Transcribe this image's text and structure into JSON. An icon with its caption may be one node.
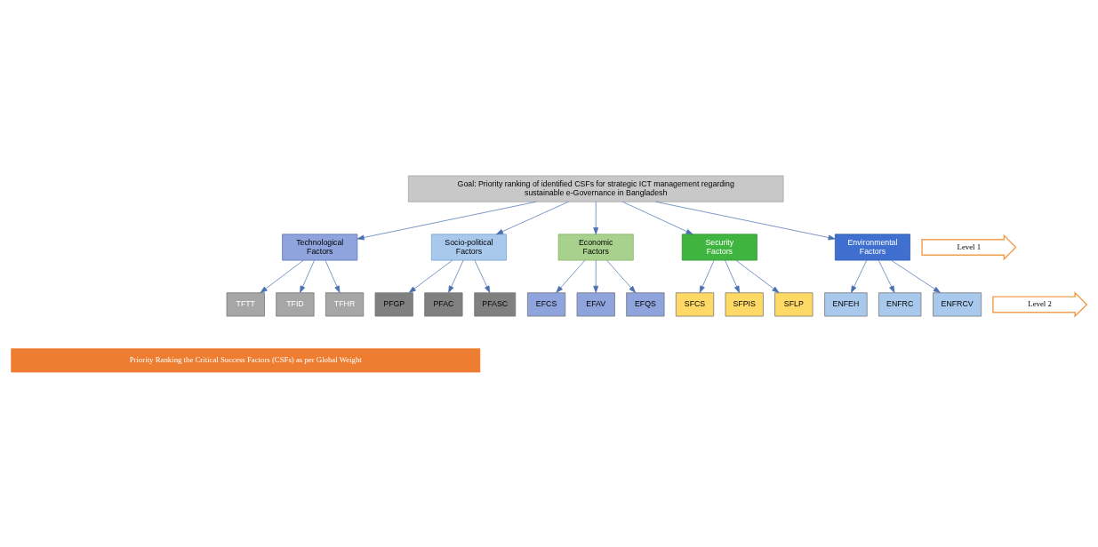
{
  "diagram": {
    "nodes": [
      {
        "text": [
          "Goal: Priority ranking of identified CSFs for strategic ICT management regarding sustainable e-Governance in Bangladesh"
        ]
      },
      {
        "text": [
          "Technological Factors"
        ]
      },
      {
        "text": [
          "Socio-political Factors"
        ]
      },
      {
        "text": [
          "Economic Factors"
        ]
      },
      {
        "text": [
          "Security Factors"
        ]
      },
      {
        "text": [
          "Environmental Factors"
        ]
      },
      {
        "text": [
          "TFTT"
        ]
      },
      {
        "text": [
          "TFID"
        ]
      },
      {
        "text": [
          "TFHR"
        ]
      },
      {
        "text": [
          "PFGP"
        ]
      },
      {
        "text": [
          "PFAC"
        ]
      },
      {
        "text": [
          "PFASC"
        ]
      },
      {
        "text": [
          "EFCS"
        ]
      },
      {
        "text": [
          "EFAV"
        ]
      },
      {
        "text": [
          "EFQS"
        ]
      },
      {
        "text": [
          "SFCS"
        ]
      },
      {
        "text": [
          "SFPIS"
        ]
      },
      {
        "text": [
          "SFLP"
        ]
      },
      {
        "text": [
          "ENFEH"
        ]
      },
      {
        "text": [
          "ENFRC"
        ]
      },
      {
        "text": [
          "ENFRCV"
        ]
      },
      {
        "text": [
          "Level 1"
        ]
      },
      {
        "text": [
          "Level 2"
        ]
      },
      {
        "text": [
          "Priority Ranking the Critical Success Factors (CSFs) as per Global Weight"
        ]
      }
    ],
    "edges": [
      {
        "from": 0,
        "to": 1,
        "arrow": "to"
      },
      {
        "from": 0,
        "to": 2,
        "arrow": "to"
      },
      {
        "from": 0,
        "to": 3,
        "arrow": "to"
      },
      {
        "from": 0,
        "to": 4,
        "arrow": "to"
      },
      {
        "from": 0,
        "to": 5,
        "arrow": "to"
      },
      {
        "from": 1,
        "to": 6,
        "arrow": "to"
      },
      {
        "from": 1,
        "to": 7,
        "arrow": "to"
      },
      {
        "from": 1,
        "to": 8,
        "arrow": "to"
      },
      {
        "from": 2,
        "to": 9,
        "arrow": "to"
      },
      {
        "from": 2,
        "to": 10,
        "arrow": "to"
      },
      {
        "from": 2,
        "to": 11,
        "arrow": "to"
      },
      {
        "from": 3,
        "to": 12,
        "arrow": "to"
      },
      {
        "from": 3,
        "to": 13,
        "arrow": "to"
      },
      {
        "from": 3,
        "to": 14,
        "arrow": "to"
      },
      {
        "from": 4,
        "to": 15,
        "arrow": "to"
      },
      {
        "from": 4,
        "to": 16,
        "arrow": "to"
      },
      {
        "from": 4,
        "to": 17,
        "arrow": "to"
      },
      {
        "from": 5,
        "to": 18,
        "arrow": "to"
      },
      {
        "from": 5,
        "to": 19,
        "arrow": "to"
      },
      {
        "from": 5,
        "to": 20,
        "arrow": "to"
      }
    ]
  }
}
